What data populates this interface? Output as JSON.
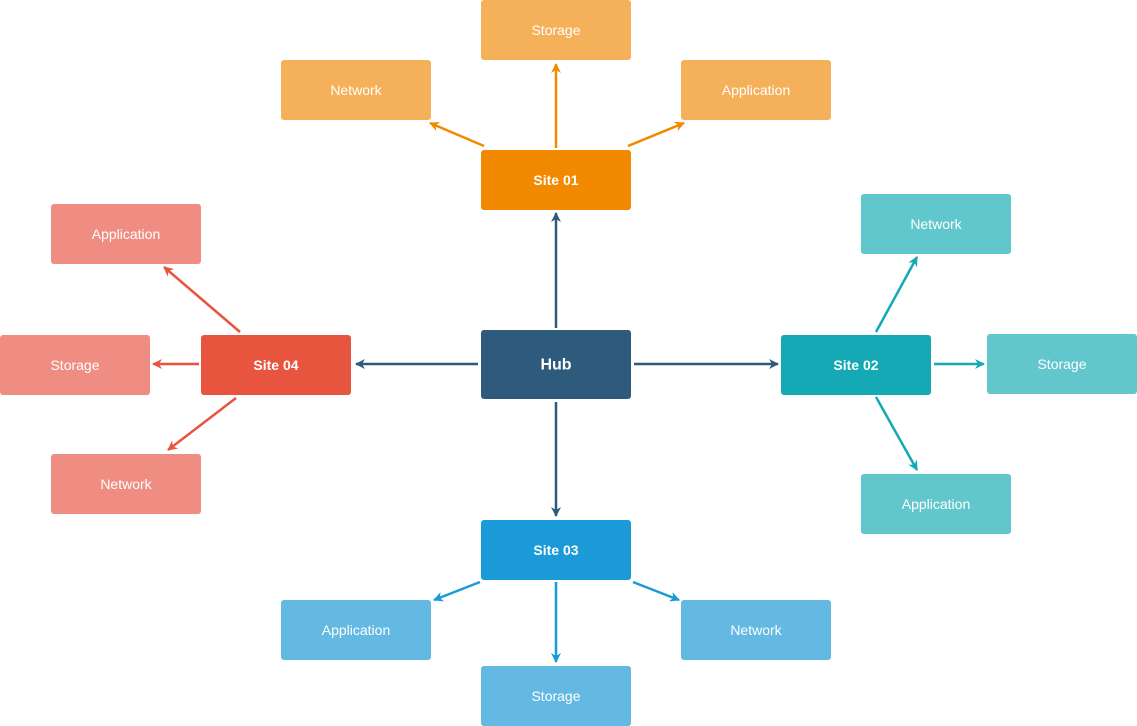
{
  "colors": {
    "hub": "#2e5b7c",
    "site01": "#f18a00",
    "site01_light": "#f5b05a",
    "site02": "#14a9b4",
    "site02_light": "#62c7cd",
    "site03": "#1a9ad6",
    "site03_light": "#63b9e2",
    "site04": "#e8553f",
    "site04_light": "#f08d82"
  },
  "hub": {
    "label": "Hub"
  },
  "sites": [
    {
      "id": "site01",
      "label": "Site 01",
      "children": [
        "Storage",
        "Network",
        "Application"
      ]
    },
    {
      "id": "site02",
      "label": "Site 02",
      "children": [
        "Network",
        "Storage",
        "Application"
      ]
    },
    {
      "id": "site03",
      "label": "Site 03",
      "children": [
        "Application",
        "Storage",
        "Network"
      ]
    },
    {
      "id": "site04",
      "label": "Site 04",
      "children": [
        "Application",
        "Storage",
        "Network"
      ]
    }
  ]
}
